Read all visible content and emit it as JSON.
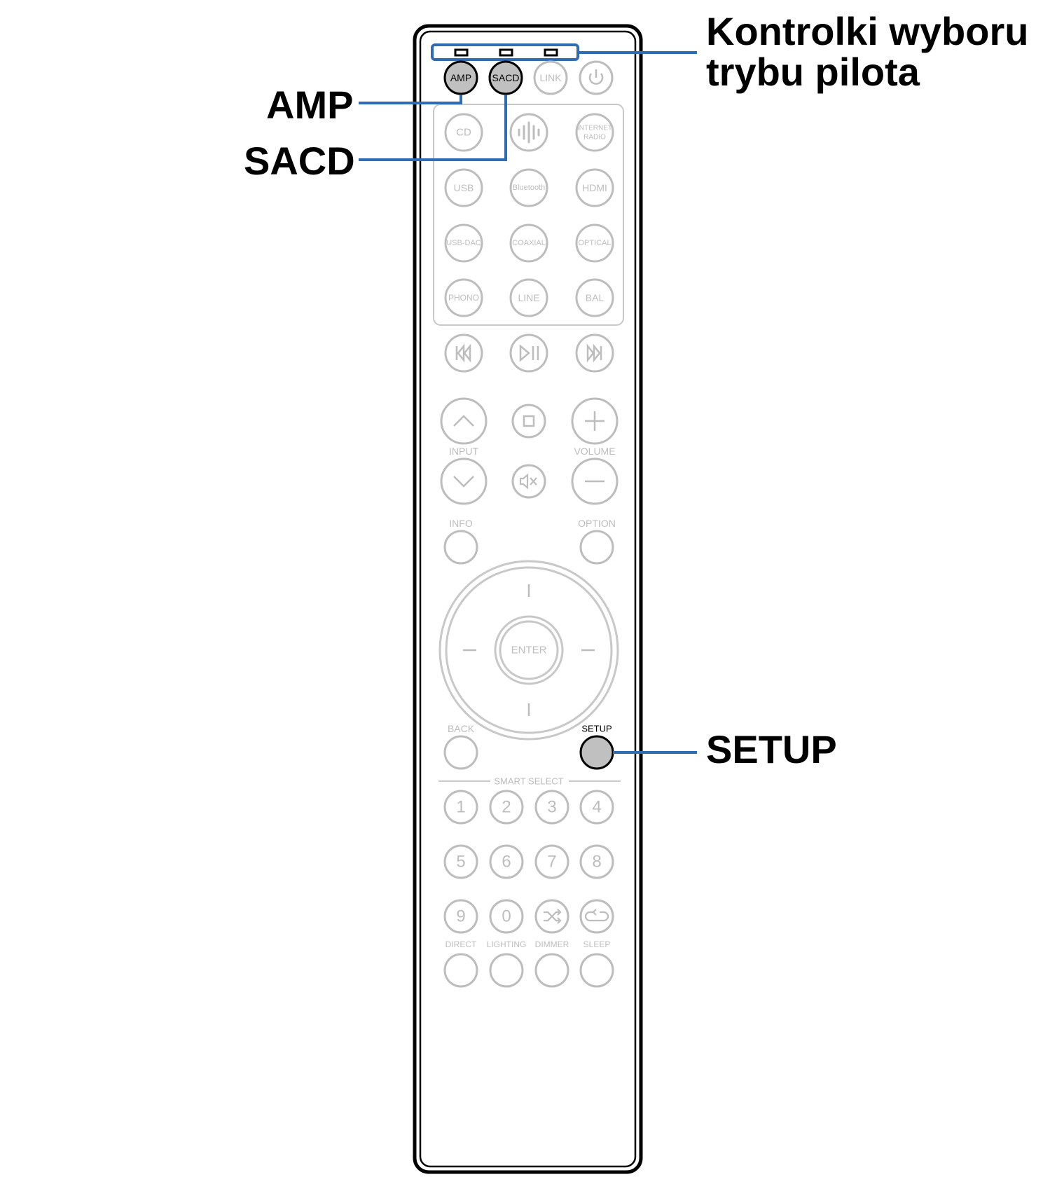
{
  "callouts": {
    "amp": "AMP",
    "sacd": "SACD",
    "leds_line1": "Kontrolki wyboru",
    "leds_line2": "trybu pilota",
    "setup": "SETUP"
  },
  "remote": {
    "top_buttons": {
      "amp": "AMP",
      "sacd": "SACD",
      "link": "LINK"
    },
    "source_grid": {
      "cd": "CD",
      "internet_radio_line1": "INTERNET",
      "internet_radio_line2": "RADIO",
      "usb": "USB",
      "bluetooth": "Bluetooth",
      "hdmi": "HDMI",
      "usb_dac": "USB-DAC",
      "coaxial": "COAXIAL",
      "optical": "OPTICAL",
      "phono": "PHONO",
      "line": "LINE",
      "bal": "BAL"
    },
    "input_label": "INPUT",
    "volume_label": "VOLUME",
    "info_label": "INFO",
    "option_label": "OPTION",
    "enter_label": "ENTER",
    "back_label": "BACK",
    "setup_label": "SETUP",
    "smart_select_label": "SMART SELECT",
    "digits": [
      "1",
      "2",
      "3",
      "4",
      "5",
      "6",
      "7",
      "8",
      "9",
      "0"
    ],
    "bottom_labels": {
      "direct": "DIRECT",
      "lighting": "LIGHTING",
      "dimmer": "DIMMER",
      "sleep": "SLEEP"
    }
  },
  "colors": {
    "leader_line": "#2e6db4",
    "highlight_fill": "#c0c0c0",
    "inactive": "#bdbdbd",
    "outline": "#000000"
  }
}
